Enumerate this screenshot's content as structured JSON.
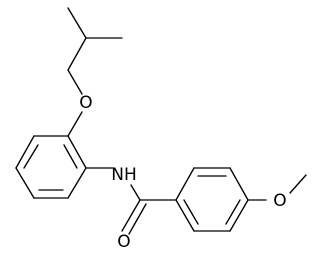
{
  "diagram": {
    "atom_labels": {
      "ether_oxygen": "O",
      "amide_nitrogen": "NH",
      "carbonyl_oxygen": "O",
      "methoxy_oxygen": "O"
    },
    "colors": {
      "background": "#ffffff",
      "ink": "#000000"
    }
  }
}
